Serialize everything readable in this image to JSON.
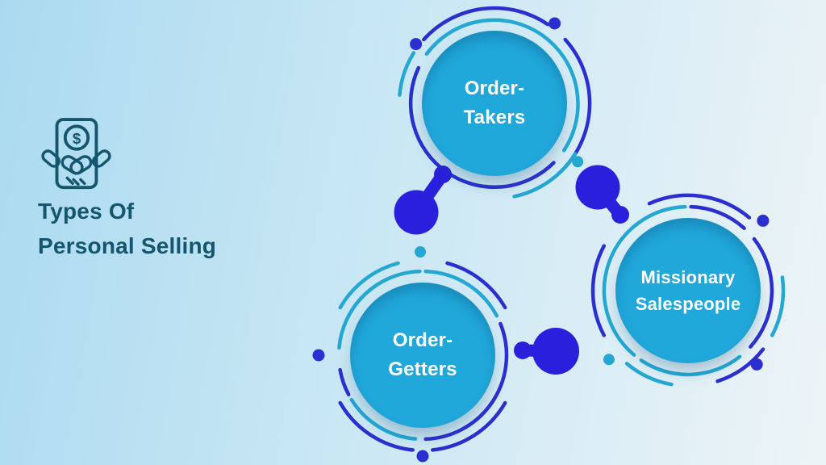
{
  "title": {
    "line1": "Types Of",
    "line2": "Personal Selling"
  },
  "icon": {
    "name": "handshake-dollar-icon",
    "currency_symbol": "$"
  },
  "nodes": [
    {
      "id": "order-takers",
      "label_line1": "Order-",
      "label_line2": "Takers"
    },
    {
      "id": "missionary-salespeople",
      "label_line1": "Missionary",
      "label_line2": "Salespeople"
    },
    {
      "id": "order-getters",
      "label_line1": "Order-",
      "label_line2": "Getters"
    }
  ],
  "colors": {
    "bg_start": "#abdaf0",
    "bg_end": "#edf4f7",
    "node_fill": "#21a8db",
    "ring_cyan": "#25a7d4",
    "ring_blue": "#2b2fd0",
    "connector_blue": "#2a1fdc",
    "title_text": "#14566e",
    "node_text": "#ffffff"
  }
}
